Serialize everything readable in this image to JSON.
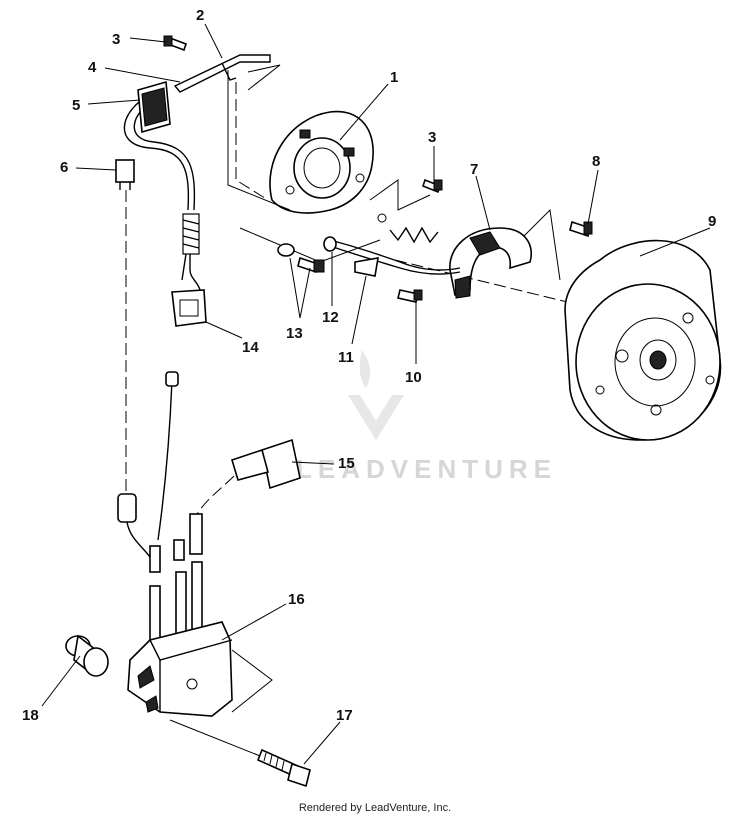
{
  "callouts": {
    "n1": "1",
    "n2": "2",
    "n3a": "3",
    "n3b": "3",
    "n4": "4",
    "n5": "5",
    "n6": "6",
    "n7": "7",
    "n8": "8",
    "n9": "9",
    "n10": "10",
    "n11": "11",
    "n12": "12",
    "n13": "13",
    "n14": "14",
    "n15": "15",
    "n16": "16",
    "n17": "17",
    "n18": "18"
  },
  "watermark": {
    "text": "LEADVENTURE"
  },
  "footer": {
    "text": "Rendered by LeadVenture, Inc."
  }
}
